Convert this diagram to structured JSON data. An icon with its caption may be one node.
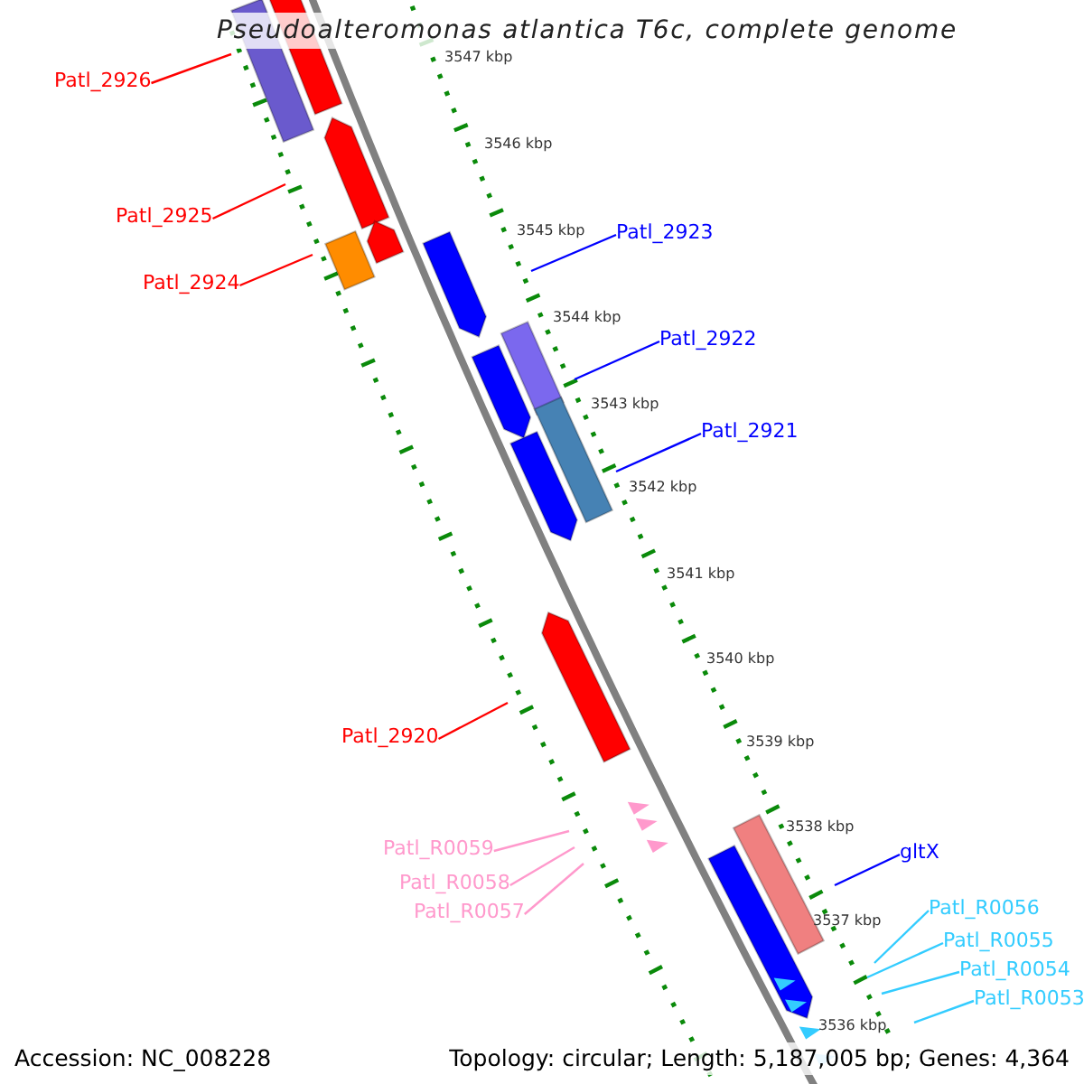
{
  "diagram": {
    "title": "Pseudoalteromonas atlantica T6c, complete genome",
    "nodes": [
      {
        "text": [
          "Patl_2926"
        ]
      },
      {
        "text": [
          "Patl_2925"
        ]
      },
      {
        "text": [
          "Patl_2924"
        ]
      },
      {
        "text": [
          "Patl_2923"
        ]
      },
      {
        "text": [
          "Patl_2922"
        ]
      },
      {
        "text": [
          "Patl_2921"
        ]
      },
      {
        "text": [
          "Patl_2920"
        ]
      },
      {
        "text": [
          "Patl_R0059"
        ]
      },
      {
        "text": [
          "Patl_R0058"
        ]
      },
      {
        "text": [
          "Patl_R0057"
        ]
      },
      {
        "text": [
          "gltX"
        ]
      },
      {
        "text": [
          "Patl_R0056"
        ]
      },
      {
        "text": [
          "Patl_R0055"
        ]
      },
      {
        "text": [
          "Patl_R0054"
        ]
      },
      {
        "text": [
          "Patl_R0053"
        ]
      }
    ],
    "edges": [
      {
        "from": 0,
        "to": null,
        "arrow": "none",
        "color": "#ff0000"
      },
      {
        "from": 1,
        "to": null,
        "arrow": "none",
        "color": "#ff0000"
      },
      {
        "from": 2,
        "to": null,
        "arrow": "none",
        "color": "#ff0000"
      },
      {
        "from": 3,
        "to": null,
        "arrow": "none",
        "color": "#0000ff"
      },
      {
        "from": 4,
        "to": null,
        "arrow": "none",
        "color": "#0000ff"
      },
      {
        "from": 5,
        "to": null,
        "arrow": "none",
        "color": "#0000ff"
      },
      {
        "from": 6,
        "to": null,
        "arrow": "none",
        "color": "#ff0000"
      },
      {
        "from": 7,
        "to": null,
        "arrow": "none",
        "color": "#ff99cc"
      },
      {
        "from": 8,
        "to": null,
        "arrow": "none",
        "color": "#ff99cc"
      },
      {
        "from": 9,
        "to": null,
        "arrow": "none",
        "color": "#ff99cc"
      },
      {
        "from": 10,
        "to": null,
        "arrow": "none",
        "color": "#0000ff"
      },
      {
        "from": 11,
        "to": null,
        "arrow": "none",
        "color": "#33ccff"
      },
      {
        "from": 12,
        "to": null,
        "arrow": "none",
        "color": "#33ccff"
      },
      {
        "from": 13,
        "to": null,
        "arrow": "none",
        "color": "#33ccff"
      },
      {
        "from": 14,
        "to": null,
        "arrow": "none",
        "color": "#33ccff"
      }
    ],
    "labels": [
      "3547 kbp",
      "3546 kbp",
      "3545 kbp",
      "3544 kbp",
      "3543 kbp",
      "3542 kbp",
      "3541 kbp",
      "3540 kbp",
      "3539 kbp",
      "3538 kbp",
      "3537 kbp",
      "3536 kbp",
      "Accession: NC_008228",
      "Topology: circular; Length: 5,187,005 bp; Genes: 4,364"
    ]
  }
}
